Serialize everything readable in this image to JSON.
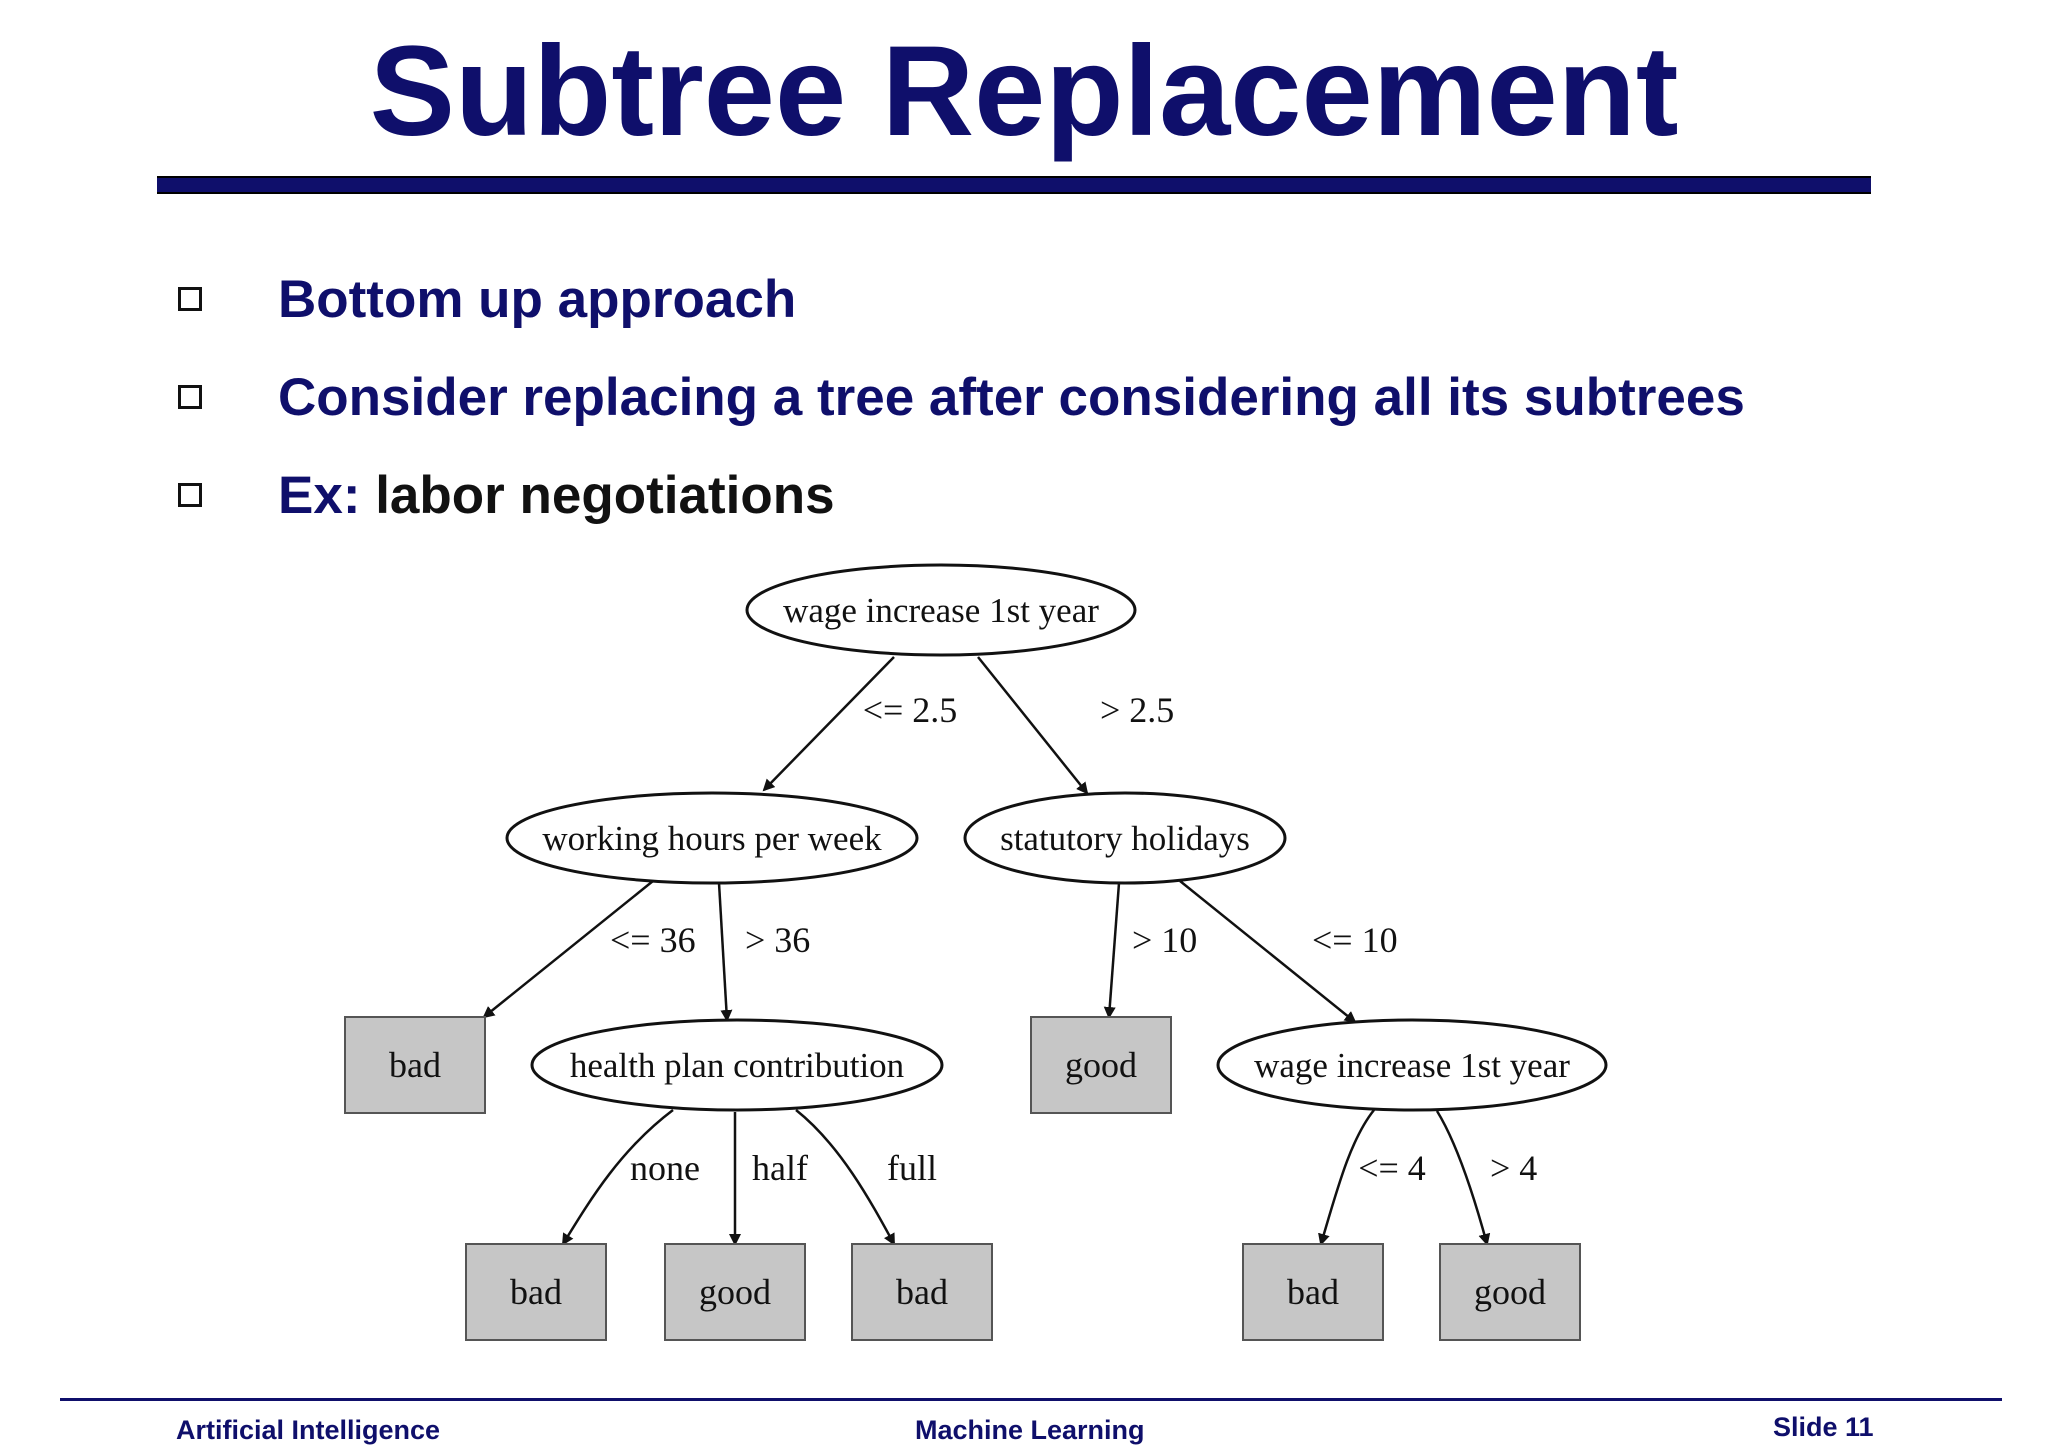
{
  "slide": {
    "title": "Subtree Replacement",
    "bullets": [
      {
        "text": "Bottom up approach"
      },
      {
        "text": "Consider replacing a tree after considering all its subtrees"
      },
      {
        "prefix": "Ex:",
        "text": " labor negotiations"
      }
    ]
  },
  "tree": {
    "nodes": [
      {
        "id": "root",
        "kind": "test",
        "label": "wage increase 1st year"
      },
      {
        "id": "working",
        "kind": "test",
        "label": "working hours per week"
      },
      {
        "id": "statutory",
        "kind": "test",
        "label": "statutory holidays"
      },
      {
        "id": "health",
        "kind": "test",
        "label": "health plan contribution"
      },
      {
        "id": "wage2",
        "kind": "test",
        "label": "wage increase 1st year"
      },
      {
        "id": "leaf_bad1",
        "kind": "leaf",
        "label": "bad"
      },
      {
        "id": "leaf_good1",
        "kind": "leaf",
        "label": "good"
      },
      {
        "id": "leaf_bad2",
        "kind": "leaf",
        "label": "bad"
      },
      {
        "id": "leaf_good2",
        "kind": "leaf",
        "label": "good"
      },
      {
        "id": "leaf_bad3",
        "kind": "leaf",
        "label": "bad"
      },
      {
        "id": "leaf_bad4",
        "kind": "leaf",
        "label": "bad"
      },
      {
        "id": "leaf_good3",
        "kind": "leaf",
        "label": "good"
      }
    ],
    "edges": [
      {
        "from": "root",
        "to": "working",
        "label": "<= 2.5"
      },
      {
        "from": "root",
        "to": "statutory",
        "label": "> 2.5"
      },
      {
        "from": "working",
        "to": "leaf_bad1",
        "label": "<= 36"
      },
      {
        "from": "working",
        "to": "health",
        "label": "> 36"
      },
      {
        "from": "statutory",
        "to": "leaf_good1",
        "label": "> 10"
      },
      {
        "from": "statutory",
        "to": "wage2",
        "label": "<= 10"
      },
      {
        "from": "health",
        "to": "leaf_bad2",
        "label": "none"
      },
      {
        "from": "health",
        "to": "leaf_good2",
        "label": "half"
      },
      {
        "from": "health",
        "to": "leaf_bad3",
        "label": "full"
      },
      {
        "from": "wage2",
        "to": "leaf_bad4",
        "label": "<= 4"
      },
      {
        "from": "wage2",
        "to": "leaf_good3",
        "label": "> 4"
      }
    ],
    "leaf_fill": "#c6c6c6"
  },
  "footer": {
    "left": "Artificial Intelligence",
    "center": "Machine Learning",
    "right": "Slide 11"
  },
  "colors": {
    "title": "#0f0f6b",
    "accent_rule": "#0f0f6b"
  }
}
